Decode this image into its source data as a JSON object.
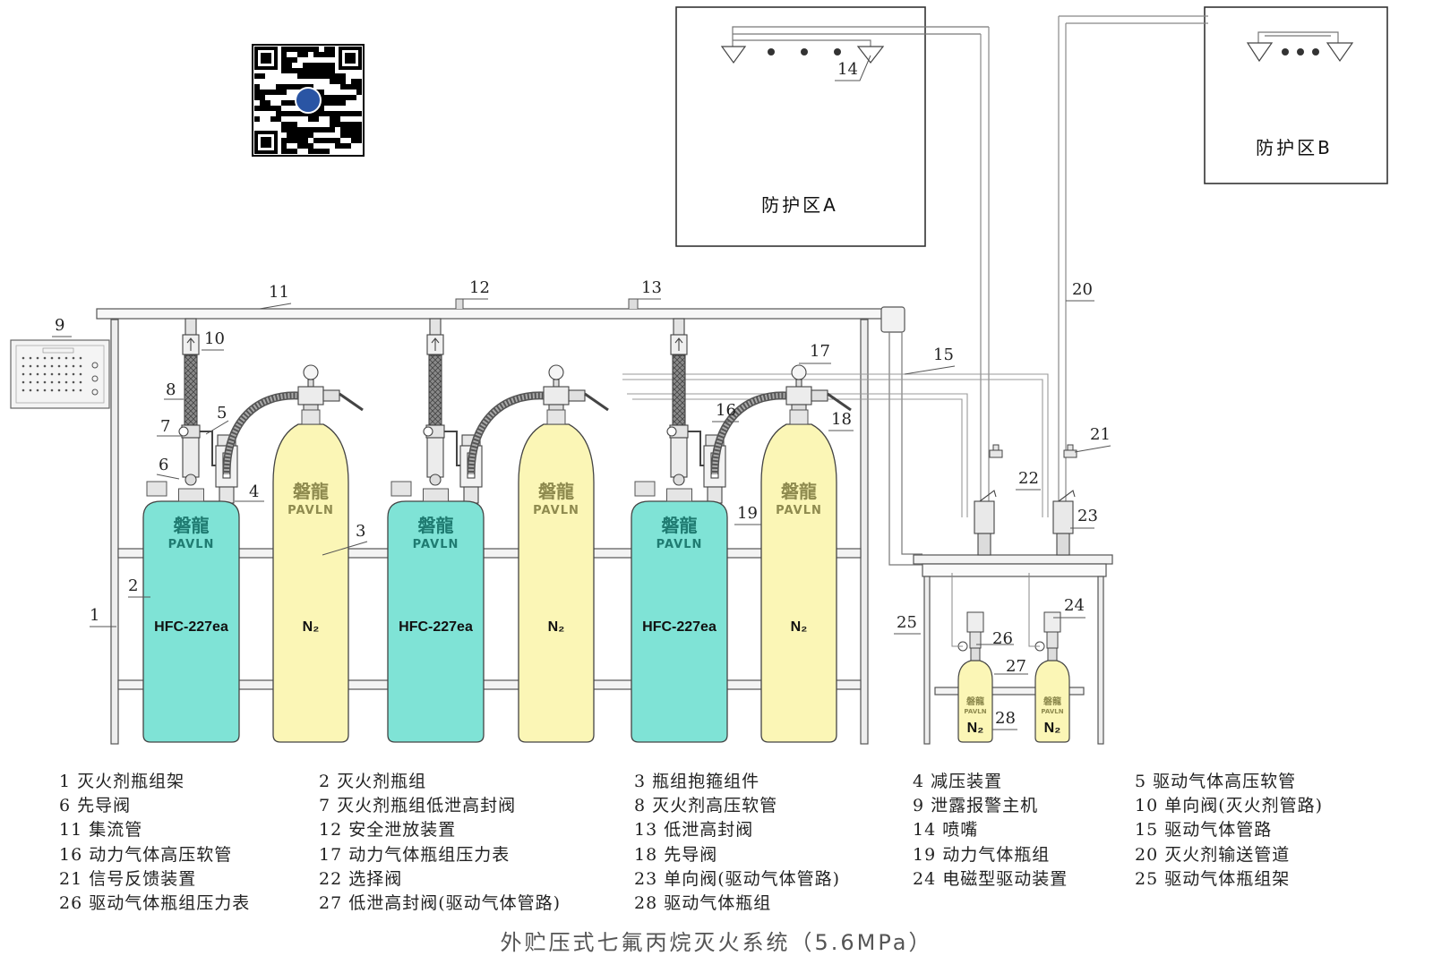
{
  "title": "外贮压式七氟丙烷灭火系统（5.6MPa）",
  "zones": {
    "a": "防护区A",
    "b": "防护区B"
  },
  "brand": {
    "cn": "磐龍",
    "en": "PAVLN"
  },
  "agents": {
    "main": "HFC-227ea",
    "gas": "N₂"
  },
  "callouts": [
    "1",
    "2",
    "3",
    "4",
    "5",
    "6",
    "7",
    "8",
    "9",
    "10",
    "11",
    "12",
    "13",
    "14",
    "15",
    "16",
    "17",
    "18",
    "19",
    "20",
    "21",
    "22",
    "23",
    "24",
    "25",
    "26",
    "27",
    "28"
  ],
  "legend": [
    {
      "num": "1",
      "text": "灭火剂瓶组架"
    },
    {
      "num": "2",
      "text": "灭火剂瓶组"
    },
    {
      "num": "3",
      "text": "瓶组抱箍组件"
    },
    {
      "num": "4",
      "text": "减压装置"
    },
    {
      "num": "5",
      "text": "驱动气体高压软管"
    },
    {
      "num": "6",
      "text": "先导阀"
    },
    {
      "num": "7",
      "text": "灭火剂瓶组低泄高封阀"
    },
    {
      "num": "8",
      "text": "灭火剂高压软管"
    },
    {
      "num": "9",
      "text": "泄露报警主机"
    },
    {
      "num": "10",
      "text": "单向阀(灭火剂管路)"
    },
    {
      "num": "11",
      "text": "集流管"
    },
    {
      "num": "12",
      "text": "安全泄放装置"
    },
    {
      "num": "13",
      "text": "低泄高封阀"
    },
    {
      "num": "14",
      "text": "喷嘴"
    },
    {
      "num": "15",
      "text": "驱动气体管路"
    },
    {
      "num": "16",
      "text": "动力气体高压软管"
    },
    {
      "num": "17",
      "text": "动力气体瓶组压力表"
    },
    {
      "num": "18",
      "text": "先导阀"
    },
    {
      "num": "19",
      "text": "动力气体瓶组"
    },
    {
      "num": "20",
      "text": "灭火剂输送管道"
    },
    {
      "num": "21",
      "text": "信号反馈装置"
    },
    {
      "num": "22",
      "text": "选择阀"
    },
    {
      "num": "23",
      "text": "单向阀(驱动气体管路)"
    },
    {
      "num": "24",
      "text": "电磁型驱动装置"
    },
    {
      "num": "25",
      "text": "驱动气体瓶组架"
    },
    {
      "num": "26",
      "text": "驱动气体瓶组压力表"
    },
    {
      "num": "27",
      "text": "低泄高封阀(驱动气体管路)"
    },
    {
      "num": "28",
      "text": "驱动气体瓶组"
    }
  ],
  "colors": {
    "agent_cylinder": "#7fe3d6",
    "gas_cylinder": "#fbf6b6",
    "brand_agent": "#1f7b71",
    "brand_gas": "#8e8a4e",
    "line": "#555555"
  }
}
